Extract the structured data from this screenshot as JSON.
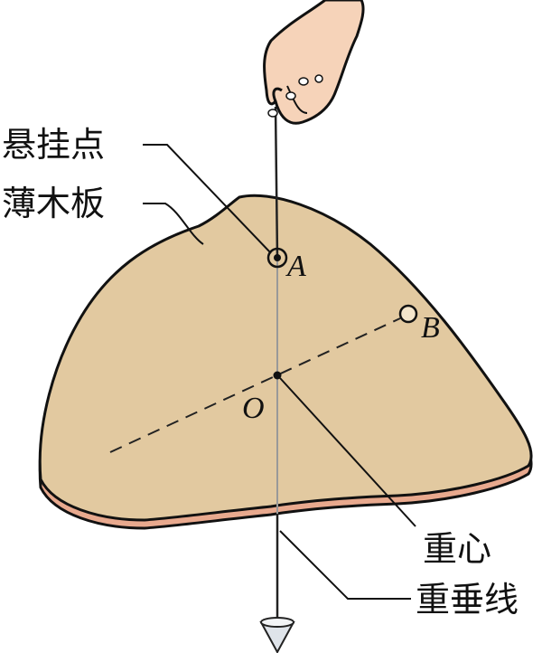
{
  "labels": {
    "suspension_point": "悬挂点",
    "thin_board": "薄木板",
    "center_of_gravity": "重心",
    "plumb_line": "重垂线"
  },
  "points": {
    "a": "A",
    "b": "B",
    "o": "O"
  },
  "colors": {
    "board": "#e2c9a0",
    "board_edge": "#e8a98e",
    "skin": "#f6d3b9",
    "bob": "#dfe4ea"
  }
}
